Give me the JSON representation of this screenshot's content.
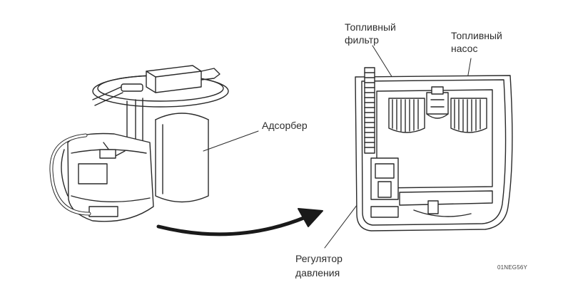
{
  "labels": {
    "adsorber": "Адсорбер",
    "fuel_filter_line1": "Топливный",
    "fuel_filter_line2": "фильтр",
    "fuel_pump_line1": "Топливный",
    "fuel_pump_line2": "насос",
    "regulator_line1": "Регулятор",
    "regulator_line2": "давления"
  },
  "figure_code": "01NEG56Y"
}
